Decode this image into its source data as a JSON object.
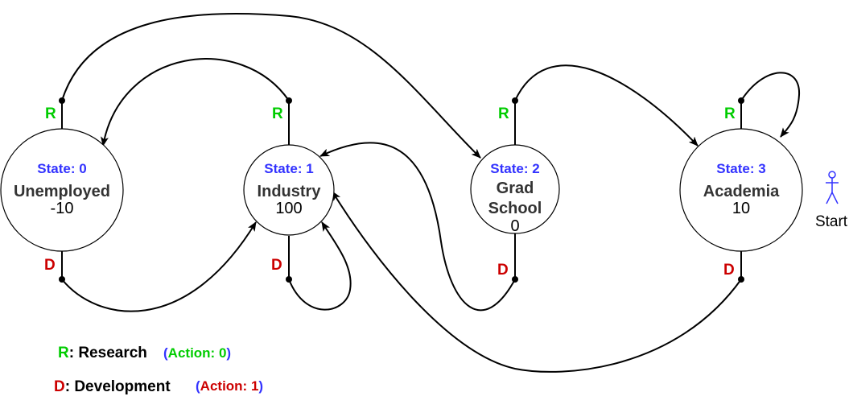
{
  "colors": {
    "research": "#00cc00",
    "development": "#cc0000",
    "state_id": "#3333ff",
    "paren": "#3333ff"
  },
  "states": [
    {
      "id_label": "State: 0",
      "name_lines": [
        "Unemployed"
      ],
      "value": "-10"
    },
    {
      "id_label": "State: 1",
      "name_lines": [
        "Industry"
      ],
      "value": "100"
    },
    {
      "id_label": "State: 2",
      "name_lines": [
        "Grad",
        "School"
      ],
      "value": "0"
    },
    {
      "id_label": "State: 3",
      "name_lines": [
        "Academia"
      ],
      "value": "10"
    }
  ],
  "action_letters": {
    "research": "R",
    "development": "D"
  },
  "start": {
    "label": "Start",
    "icon": "stick-figure-icon"
  },
  "transitions": [
    {
      "from": 0,
      "action": "research",
      "to": 2
    },
    {
      "from": 0,
      "action": "development",
      "to": 1
    },
    {
      "from": 1,
      "action": "research",
      "to": 0
    },
    {
      "from": 1,
      "action": "development",
      "to": 1
    },
    {
      "from": 2,
      "action": "research",
      "to": 3
    },
    {
      "from": 2,
      "action": "development",
      "to": 1
    },
    {
      "from": 3,
      "action": "research",
      "to": 3
    },
    {
      "from": 3,
      "action": "development",
      "to": 1
    }
  ],
  "legend": [
    {
      "key": "R",
      "text": ": Research",
      "open": "(",
      "action": "Action: 0",
      "close": ")",
      "color_key": "research"
    },
    {
      "key": "D",
      "text": ": Development",
      "open": "(",
      "action": "Action: 1",
      "close": ")",
      "color_key": "development"
    }
  ]
}
